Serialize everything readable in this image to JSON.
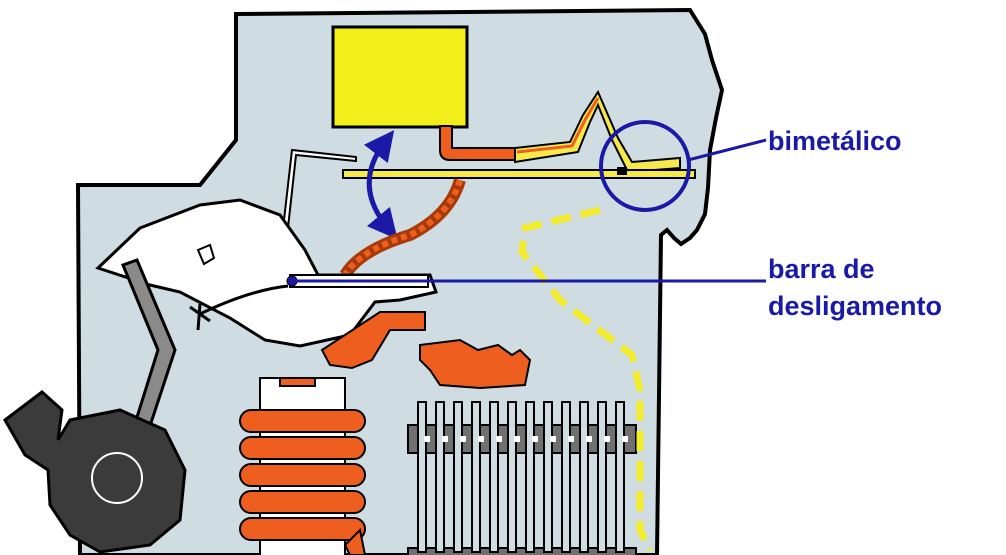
{
  "labels": {
    "bimetal": "bimetálico",
    "trip_bar_line1": "barra de",
    "trip_bar_line2": "desligamento"
  },
  "colors": {
    "housing": "#cfdde3",
    "outline": "#000000",
    "coil_box": "#f2ee19",
    "copper": "#ee5e1e",
    "copper_dark": "#a83a0a",
    "bimetal_yellow": "#f7e94a",
    "label_blue": "#1a1aa6",
    "handle_dark": "#3b3b3b",
    "lever_gray": "#8a8a8a",
    "arc_chute_gray": "#707070",
    "dashed_path": "#f2ec2c",
    "latch_white": "#ffffff"
  }
}
